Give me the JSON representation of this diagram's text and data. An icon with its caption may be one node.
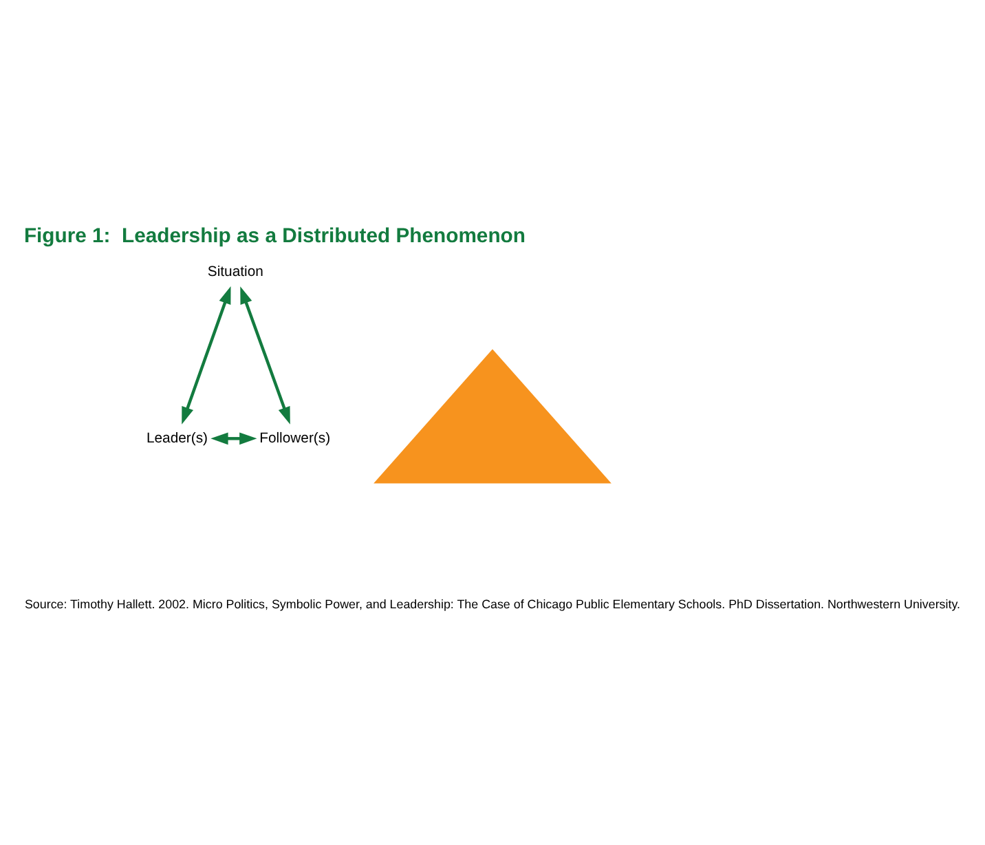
{
  "diagram": {
    "title": "Figure 1:  Leadership as a Distributed Phenomenon",
    "caption": "Source: Timothy Hallett. 2002. Micro Politics, Symbolic Power, and Leadership: The Case of Chicago Public Elementary Schools. PhD Dissertation. Northwestern University.",
    "nodes": [
      {
        "text": [
          "Situation"
        ]
      },
      {
        "text": [],
        "shape": "triangle"
      },
      {
        "text": [
          "Leader(s)"
        ]
      },
      {
        "text": [
          "Follower(s)"
        ]
      }
    ],
    "edges": [
      {
        "from": 0,
        "to": 2,
        "arrow": "both"
      },
      {
        "from": 0,
        "to": 3,
        "arrow": "both"
      },
      {
        "from": 2,
        "to": 3,
        "arrow": "both"
      }
    ]
  }
}
